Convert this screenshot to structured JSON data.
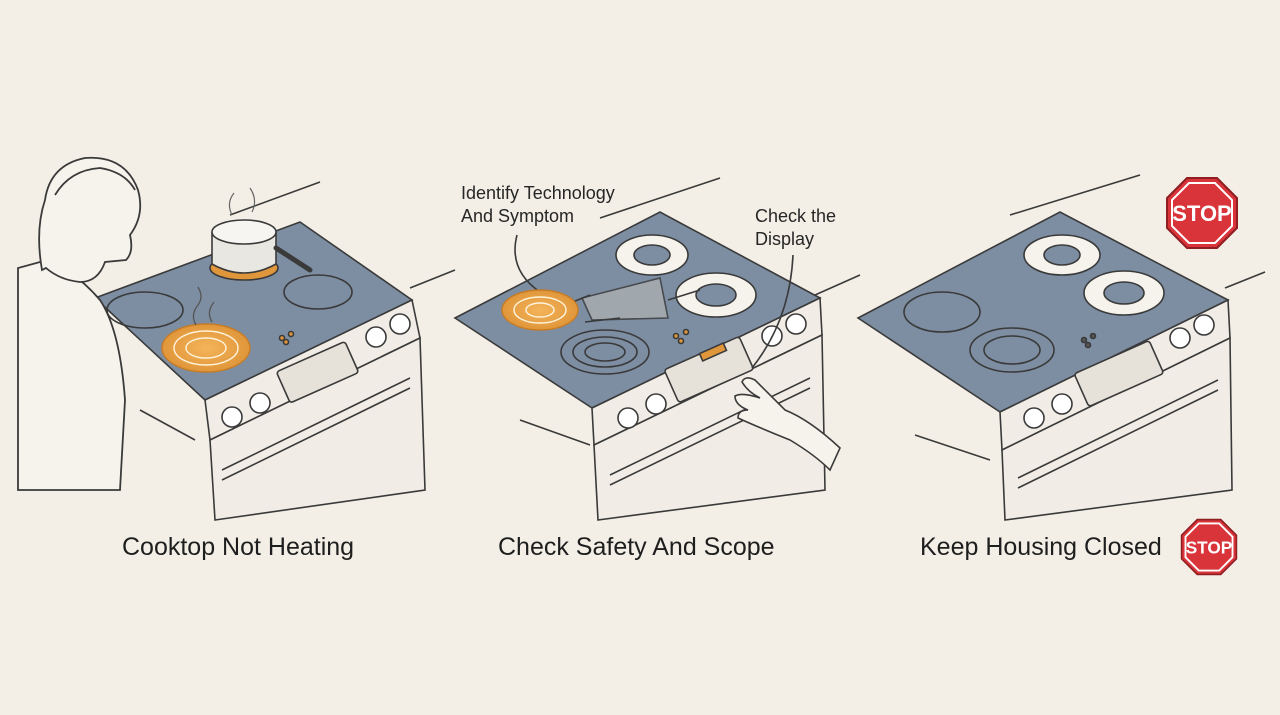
{
  "panels": [
    {
      "caption": "Cooktop Not Heating"
    },
    {
      "caption": "Check Safety And Scope",
      "callouts": [
        {
          "lines": [
            "Identify Technology",
            "And Symptom"
          ]
        },
        {
          "lines": [
            "Check the",
            "Display"
          ]
        }
      ]
    },
    {
      "caption": "Keep Housing Closed",
      "sign_text": "STOP"
    }
  ],
  "colors": {
    "background": "#f3efe6",
    "cooktop": "#7d8ea3",
    "heat": "#e0963a",
    "stop_red": "#d8343a",
    "line": "#3a3a3a"
  },
  "icons": [
    "person-icon",
    "pot-icon",
    "hand-icon",
    "stop-sign-icon"
  ]
}
